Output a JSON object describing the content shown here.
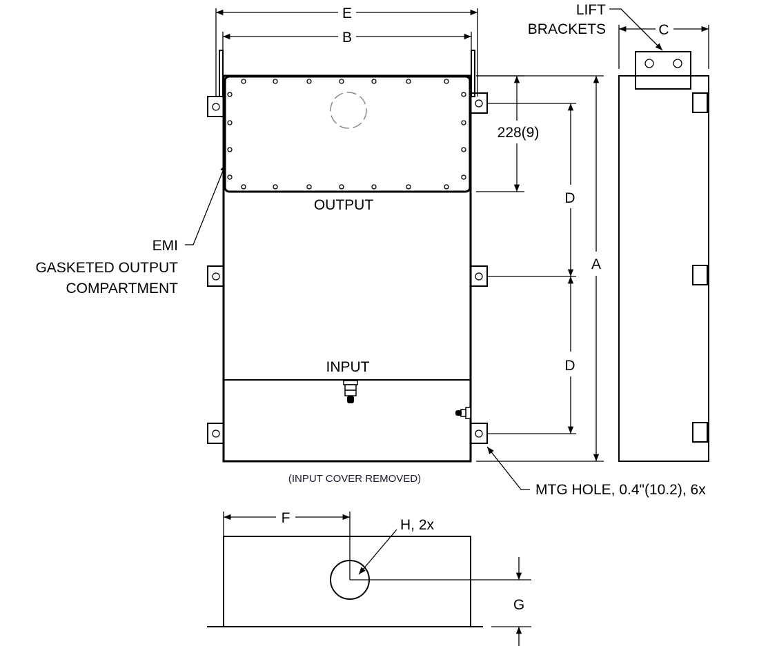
{
  "labels": {
    "dim_e": "E",
    "dim_b": "B",
    "dim_c": "C",
    "dim_a": "A",
    "dim_d_upper": "D",
    "dim_d_lower": "D",
    "dim_228": "228(9)",
    "dim_f": "F",
    "dim_g": "G",
    "hole_h": "H, 2x",
    "lift_line1": "LIFT",
    "lift_line2": "BRACKETS",
    "output": "OUTPUT",
    "input": "INPUT",
    "emi_line1": "EMI",
    "emi_line2": "GASKETED OUTPUT",
    "emi_line3": "COMPARTMENT",
    "input_cover": "(INPUT COVER REMOVED)",
    "mtg_hole": "MTG HOLE, 0.4\"(10.2), 6x"
  }
}
